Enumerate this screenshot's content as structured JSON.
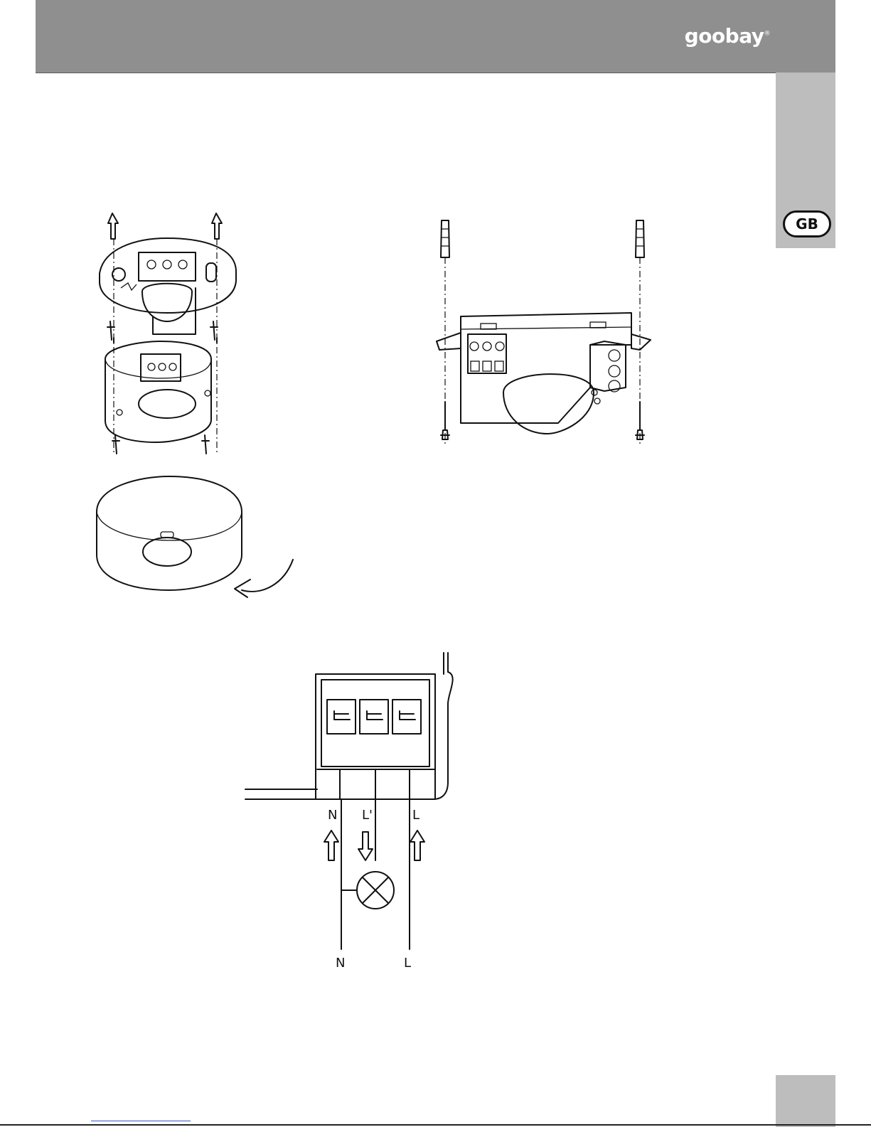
{
  "header": {
    "brand": "goobay",
    "brand_mark": "®"
  },
  "side_tab": {
    "language_code": "GB"
  },
  "wiring": {
    "terminals_top": [
      "N",
      "L'",
      "L"
    ],
    "terminals_bottom": [
      "N",
      "L"
    ]
  }
}
